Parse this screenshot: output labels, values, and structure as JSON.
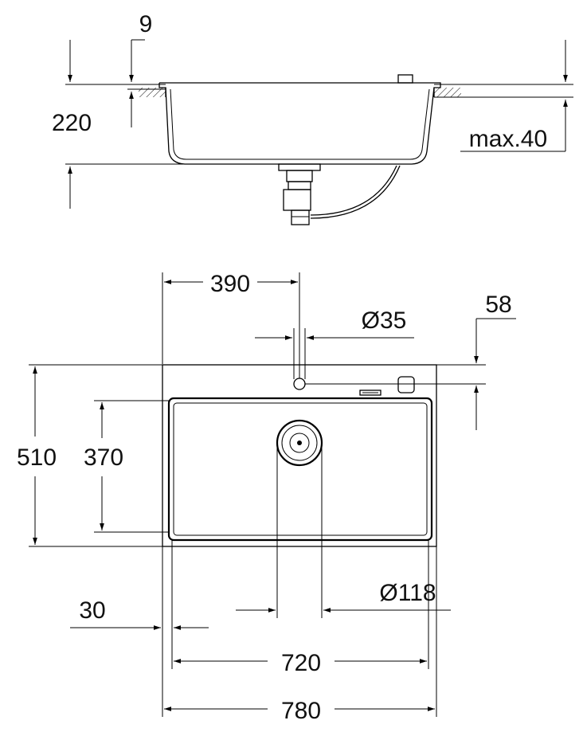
{
  "side_view": {
    "dim_rim_thickness": "9",
    "dim_depth": "220",
    "dim_max_countertop": "max.40"
  },
  "top_view": {
    "dim_tap_position": "390",
    "dim_tap_hole": "Ø35",
    "dim_tap_offset": "58",
    "dim_overall_depth": "510",
    "dim_bowl_depth": "370",
    "dim_waste_diameter": "Ø118",
    "dim_edge_offset": "30",
    "dim_bowl_width": "720",
    "dim_overall_width": "780"
  }
}
